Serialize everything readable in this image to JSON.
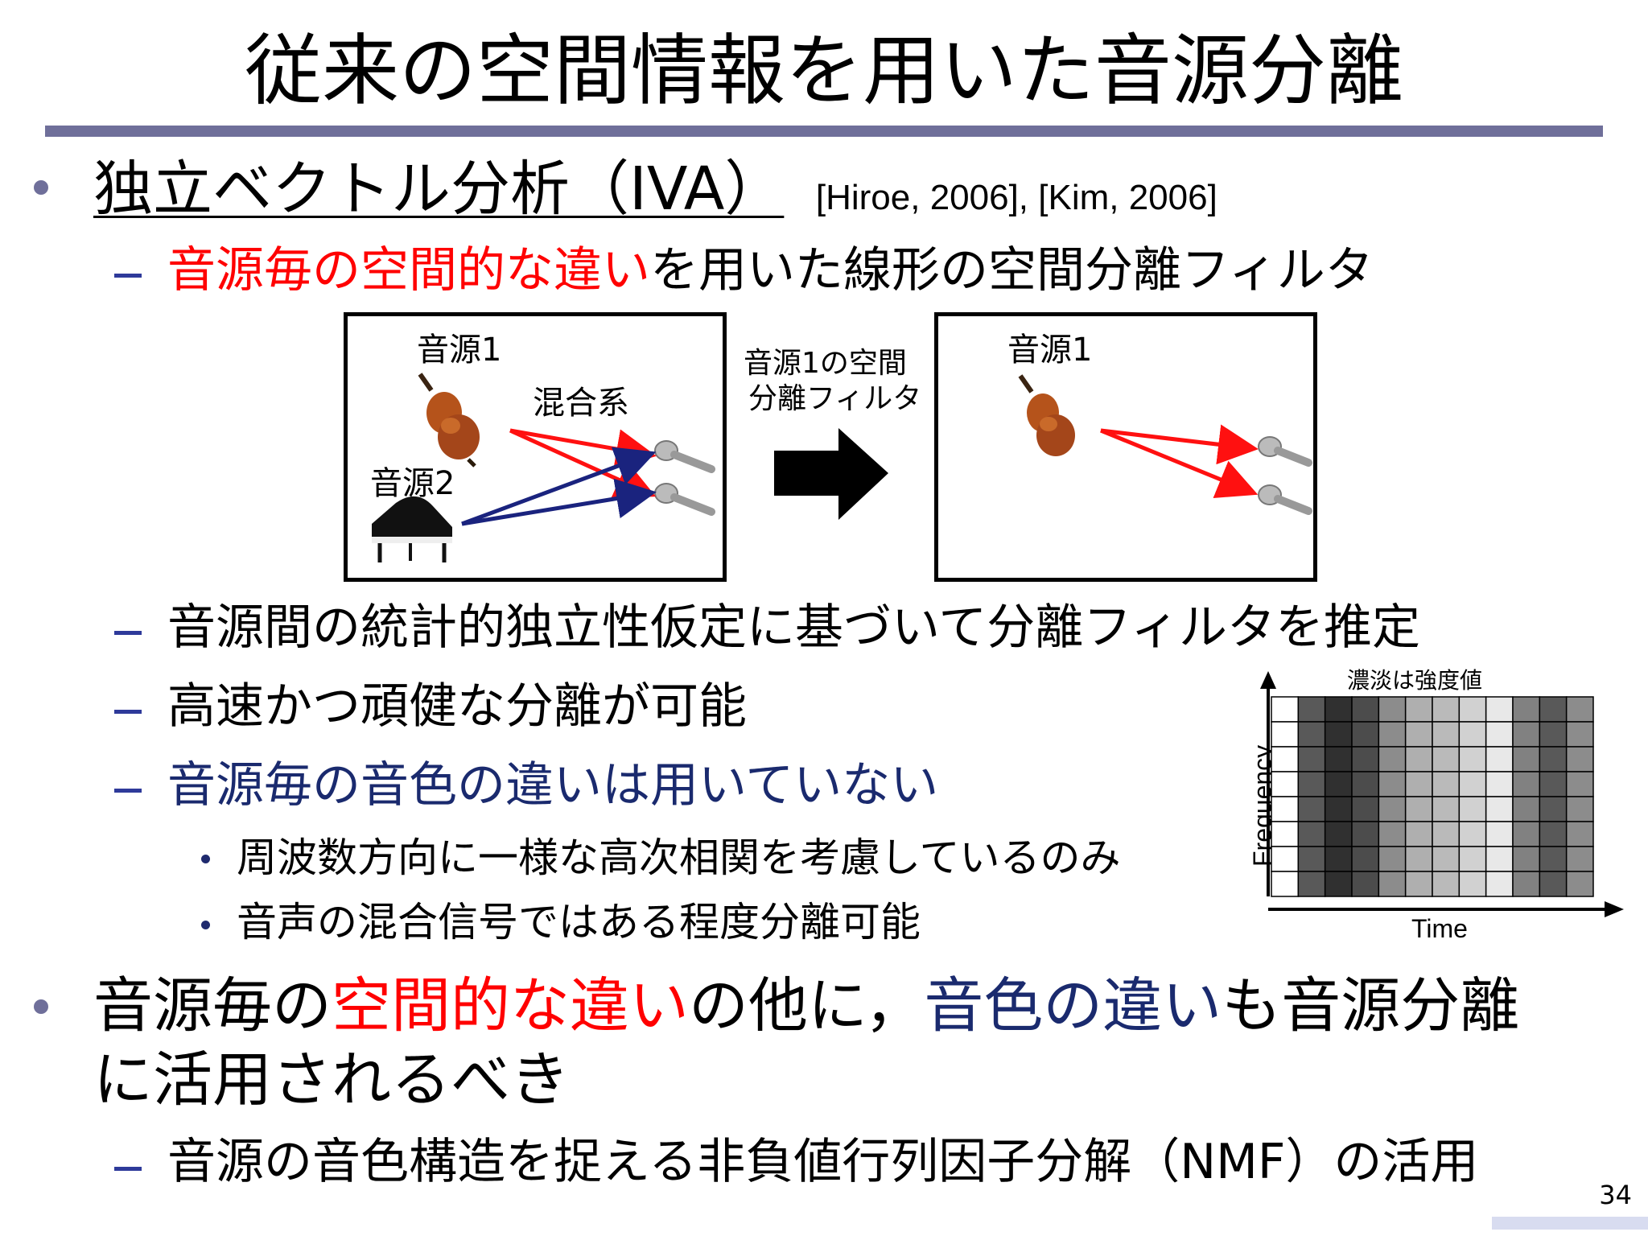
{
  "slide": {
    "title": "従来の空間情報を用いた音源分離",
    "page_number": "34",
    "colors": {
      "accent_bar": "#6f6f9a",
      "red": "#ff0000",
      "navy": "#1a2a6e",
      "dash": "#2e3a9a"
    }
  },
  "bullet1": {
    "heading": "独立ベクトル分析（IVA）",
    "citation": "[Hiroe, 2006], [Kim, 2006]",
    "sub1": {
      "part_red": "音源毎の空間的な違い",
      "part_rest": "を用いた線形の空間分離フィルタ"
    },
    "sub2": "音源間の統計的独立性仮定に基づいて分離フィルタを推定",
    "sub3": "高速かつ頑健な分離が可能",
    "sub4": "音源毎の音色の違いは用いていない",
    "subsub1": "周波数方向に一様な高次相関を考慮しているのみ",
    "subsub2": "音声の混合信号ではある程度分離可能"
  },
  "diagram": {
    "left_panel": {
      "source1": "音源1",
      "source2": "音源2",
      "mixing": "混合系"
    },
    "arrow_label_line1": "音源1の空間",
    "arrow_label_line2": "分離フィルタ",
    "right_panel": {
      "source1": "音源1"
    },
    "icons": [
      "violin-icon",
      "piano-icon",
      "microphone-icon",
      "right-arrow-icon"
    ]
  },
  "spectrogram": {
    "title": "濃淡は強度値",
    "ylabel": "Frequency",
    "xlabel": "Time",
    "columns": 12,
    "rows": 8,
    "column_intensity": [
      0.0,
      0.72,
      0.9,
      0.78,
      0.5,
      0.35,
      0.3,
      0.2,
      0.1,
      0.55,
      0.72,
      0.5
    ]
  },
  "bullet2": {
    "p1": "音源毎の",
    "p2_red": "空間的な違い",
    "p3": "の他に，",
    "p4_navy": "音色の違い",
    "p5": "も音源分離",
    "line2": "に活用されるべき",
    "sub1": "音源の音色構造を捉える非負値行列因子分解（NMF）の活用"
  }
}
